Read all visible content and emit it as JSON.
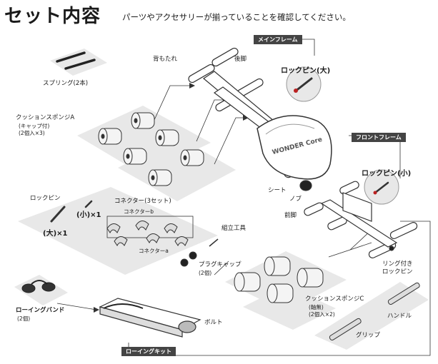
{
  "header": {
    "title": "セット内容",
    "subtitle": "パーツやアクセサリーが揃っていることを確認してください。"
  },
  "sections": {
    "main_frame": "メインフレーム",
    "front_frame": "フロントフレーム",
    "rowing_kit": "ローイングキット"
  },
  "labels": {
    "spring": "スプリング(2本)",
    "sponge_a": "クッションスポンジA",
    "sponge_a_cap": "(キャップ付)",
    "sponge_a_qty": "(2個入×3)",
    "backrest": "背もたれ",
    "rear_leg": "後脚",
    "lock_pin_large": "ロックピン(大)",
    "seat": "シート",
    "knob": "ノブ",
    "front_leg": "前脚",
    "lock_pin_small": "ロックピン(小)",
    "lock_pin": "ロックピン",
    "small_x1": "(小)×1",
    "large_x1": "(大)×1",
    "connector": "コネクター(3セット)",
    "connector_b": "コネクターb",
    "connector_a": "コネクターa",
    "tool": "組立工具",
    "plug_cap": "プラグキャップ",
    "plug_cap_qty": "(2個)",
    "ring_lock_pin_1": "リング付き",
    "ring_lock_pin_2": "ロックピン",
    "rowing_band": "ローイングバンド",
    "rowing_band_qty": "(2個)",
    "bolt": "ボルト",
    "sponge_c": "クッションスポンジC",
    "sponge_c_note": "(軸無)",
    "sponge_c_qty": "(2個入×2)",
    "handle": "ハンドル",
    "grip": "グリップ",
    "seat_brand": "WONDER Core"
  },
  "colors": {
    "panel": "#e8e8e8",
    "line": "#333333",
    "sponge": "#f4f4f4"
  }
}
